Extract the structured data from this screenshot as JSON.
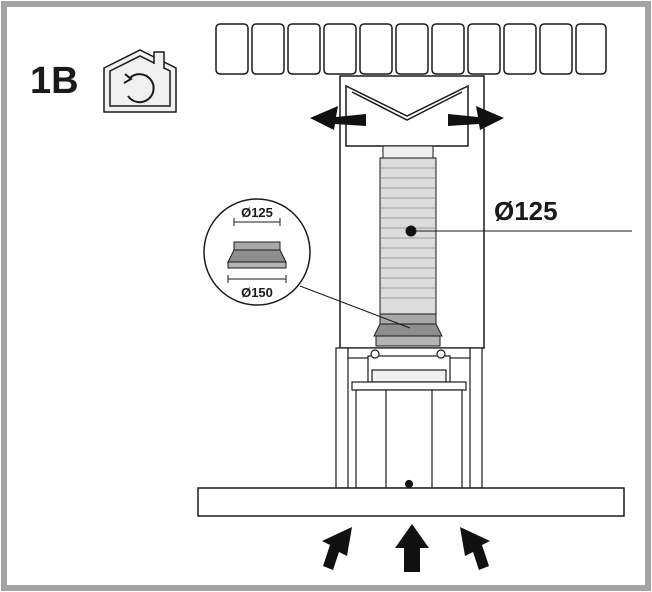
{
  "figure": {
    "step_label": "1B",
    "main_duct_label": "Ø125",
    "adapter_top_label": "Ø125",
    "adapter_bottom_label": "Ø150",
    "mode_icon": "recirculation-house-icon"
  },
  "colors": {
    "frame": "#a3a3a3",
    "stroke": "#1a1a1a",
    "duct_fill": "#dcdcdc",
    "adapter_fill": "#8e8e8e",
    "light_fill": "#f0f0f0"
  }
}
